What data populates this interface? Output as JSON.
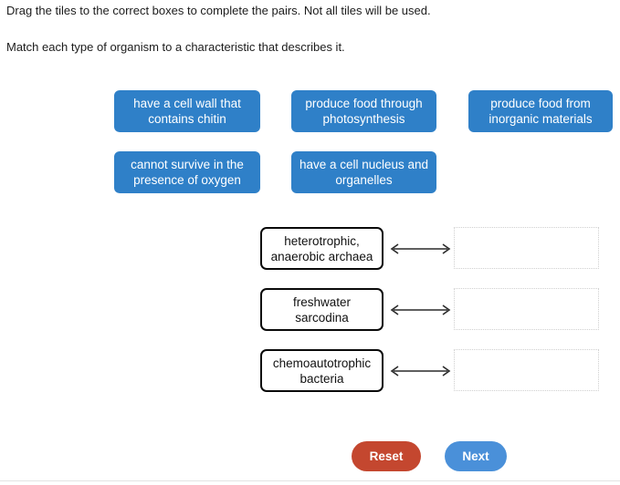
{
  "instructions": {
    "line1": "Drag the tiles to the correct boxes to complete the pairs. Not all tiles will be used.",
    "line2": "Match each type of organism to a characteristic that describes it."
  },
  "tiles": [
    {
      "label": "have a cell wall that contains chitin"
    },
    {
      "label": "produce food through photosynthesis"
    },
    {
      "label": "produce food from inorganic materials"
    },
    {
      "label": "cannot survive in the presence of oxygen"
    },
    {
      "label": "have a cell nucleus and organelles"
    }
  ],
  "match_rows": [
    {
      "term": "heterotrophic, anaerobic archaea",
      "dropped_tile": ""
    },
    {
      "term": "freshwater sarcodina",
      "dropped_tile": ""
    },
    {
      "term": "chemoautotrophic bacteria",
      "dropped_tile": ""
    }
  ],
  "footer": {
    "reset_label": "Reset",
    "next_label": "Next"
  },
  "colors": {
    "tile_blue": "#2f80c8",
    "next_blue": "#4a90d9",
    "reset_red": "#c4472f",
    "term_border": "#0a0a0a",
    "drop_border": "#cfcfcf"
  }
}
